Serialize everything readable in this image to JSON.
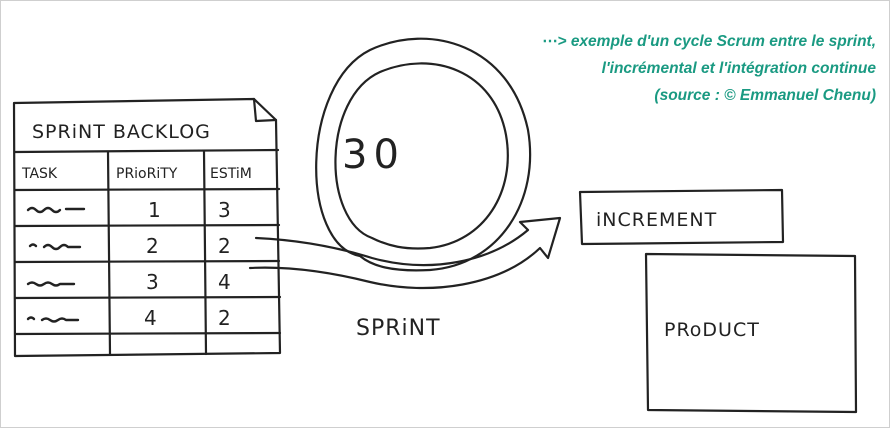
{
  "caption": {
    "arrow_glyph": "⋯>",
    "line1": "exemple d'un cycle Scrum entre le sprint,",
    "line2": "l'incrémental et l'intégration continue",
    "line3": "(source : © Emmanuel Chenu)"
  },
  "backlog": {
    "title": "SPRiNT BACKLOG",
    "columns": [
      "TASK",
      "PRioRiTY",
      "ESTiM"
    ],
    "rows": [
      {
        "priority": "1",
        "estimate": "3"
      },
      {
        "priority": "2",
        "estimate": "2"
      },
      {
        "priority": "3",
        "estimate": "4"
      },
      {
        "priority": "4",
        "estimate": "2"
      }
    ]
  },
  "cycle": {
    "days": "30",
    "label": "SPRiNT"
  },
  "increment_label": "iNCREMENT",
  "product_label": "PRoDUCT",
  "colors": {
    "caption": "#1a9a82",
    "ink": "#222222"
  }
}
